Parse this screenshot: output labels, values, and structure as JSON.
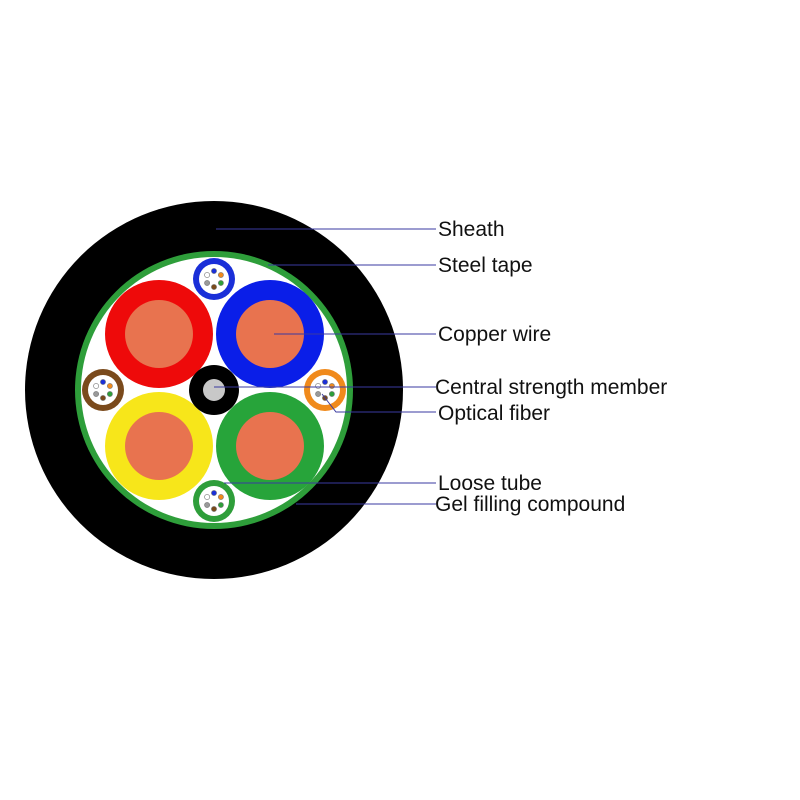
{
  "labels": {
    "sheath": "Sheath",
    "steel_tape": "Steel tape",
    "copper_wire": "Copper wire",
    "central_strength_member": "Central strength member",
    "optical_fiber": "Optical fiber",
    "loose_tube": "Loose tube",
    "gel_filling_compound": "Gel filling compound"
  },
  "colors": {
    "sheath": "#000000",
    "steel_tape": "#2e9e3a",
    "gel": "#ffffff",
    "copper_core": "#e8734f",
    "copper_core_highlight": "#f09a78",
    "copper_red": "#ee0a0a",
    "copper_blue": "#0a1ee8",
    "copper_yellow": "#f7e61a",
    "copper_green": "#27a43a",
    "tube_blue": "#1a2fd8",
    "tube_orange": "#f08a1c",
    "tube_brown": "#7a4a1c",
    "tube_green": "#2e9e3a",
    "strength_member_sheath": "#000000",
    "strength_member_core": "#c8c8c8",
    "leader": "#3a3aa0"
  },
  "fiber_colors": [
    "#1a2fd8",
    "#f08a1c",
    "#2e9e3a",
    "#7a4a1c",
    "#9a9a9a",
    "#ffffff"
  ]
}
